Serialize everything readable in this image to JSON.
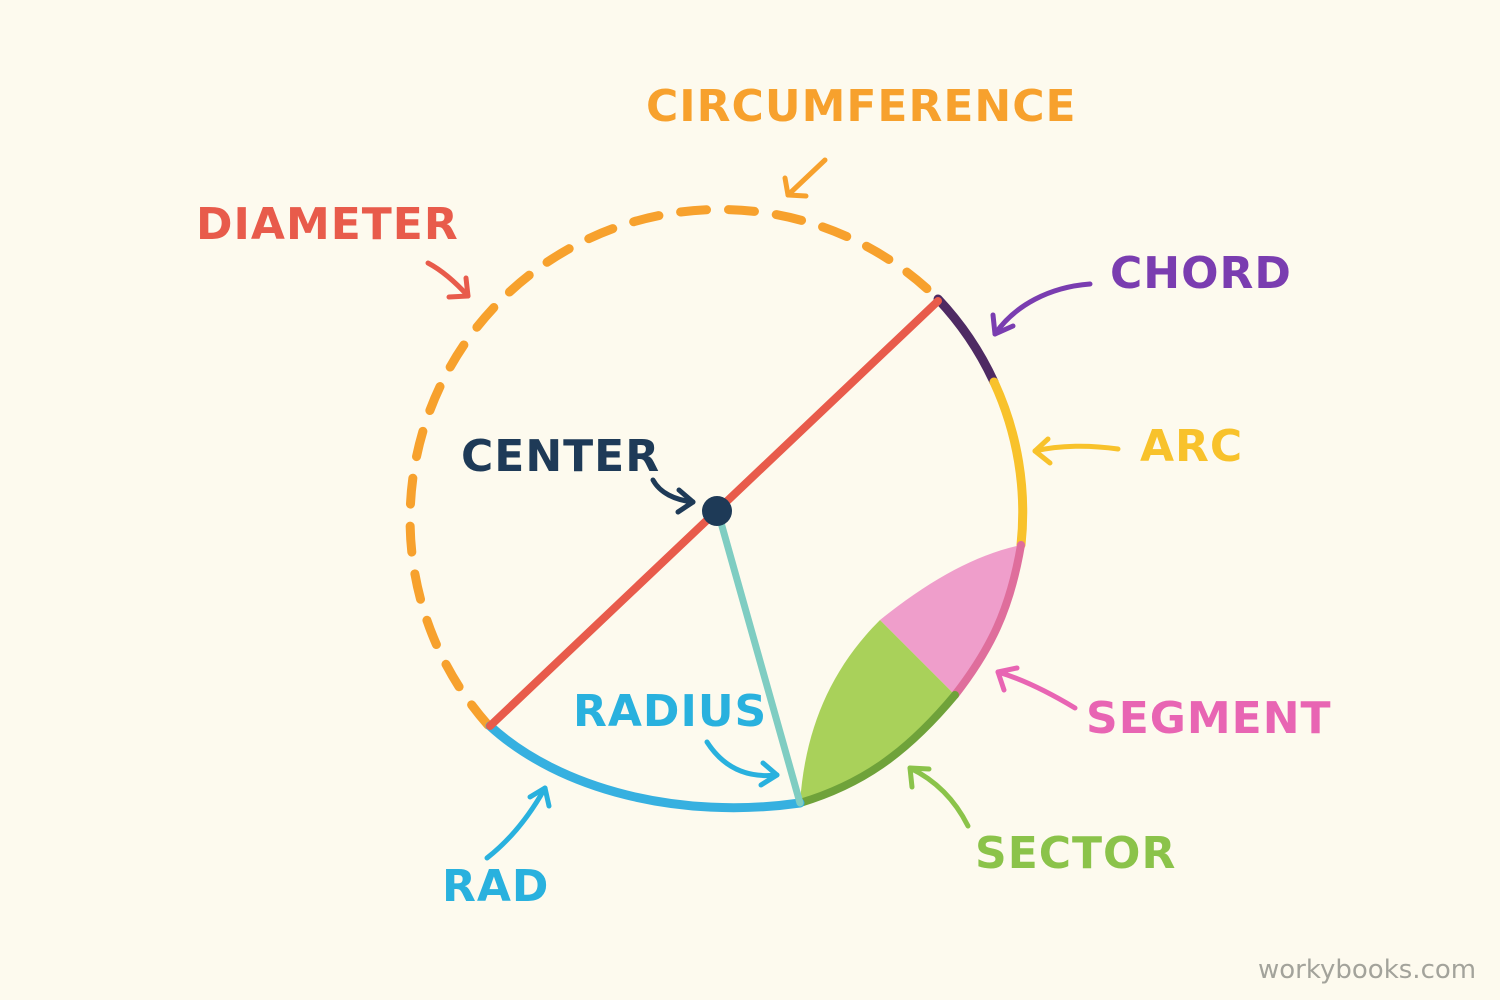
{
  "labels": {
    "circumference": "CIRCUMFERENCE",
    "diameter": "DIAMETER",
    "chord": "CHORD",
    "arc": "ARC",
    "center": "CENTER",
    "radius": "RADIUS",
    "segment": "SEGMENT",
    "sector": "SECTOR",
    "rad": "RAD"
  },
  "watermark": "workybooks.com",
  "colors": {
    "background": "#fdfaee",
    "circumference": "#f7a12d",
    "diameter": "#e85b4b",
    "chord": "#6b2e86",
    "arc": "#f8c22b",
    "center": "#1e3a57",
    "radius": "#7fcdc2",
    "radius_label": "#29b1de",
    "segment": "#ef9ecb",
    "segment_label": "#e865b3",
    "sector": "#a9d15a",
    "sector_label": "#8bc34a",
    "rad": "#36b0e0",
    "center_label": "#1e3a57",
    "chord_label": "#7a3db0",
    "watermark": "#a3a39b"
  },
  "icons": [
    "arrow-icon"
  ]
}
